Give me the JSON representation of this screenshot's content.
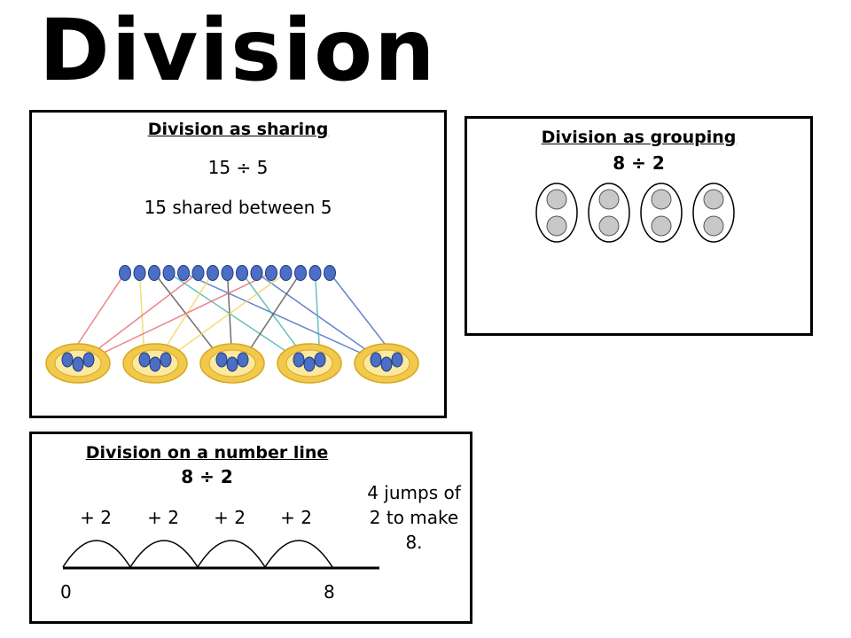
{
  "title": "Division",
  "sharing": {
    "heading": "Division as sharing",
    "equation": "15 ÷ 5",
    "caption": "15 shared between 5",
    "total_items": 15,
    "groups": 5
  },
  "grouping": {
    "heading": "Division as grouping",
    "equation": "8 ÷ 2",
    "groups": 4,
    "per_group": 2
  },
  "numberline": {
    "heading": "Division on a number line",
    "equation": "8 ÷ 2",
    "jump_labels": [
      "+ 2",
      "+ 2",
      "+ 2",
      "+ 2"
    ],
    "start": "0",
    "end": "8",
    "note": "4 jumps of 2 to make 8."
  },
  "colors": {
    "bead": "#4a6fc4",
    "bowl": "#f2c94c",
    "grey_counter": "#c8c8c8"
  }
}
